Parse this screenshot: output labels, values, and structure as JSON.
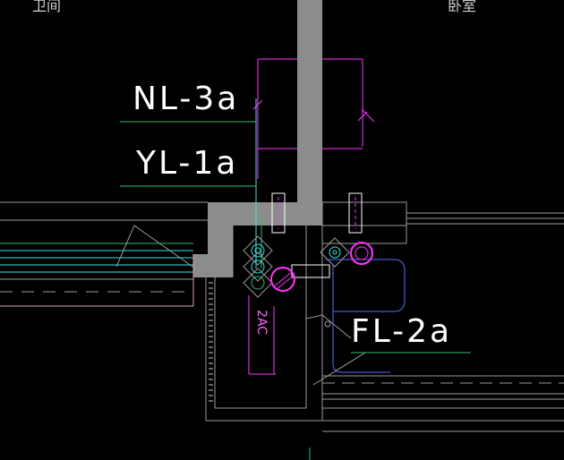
{
  "drawing": {
    "top_left_room_label": "卫间",
    "top_right_room_label": "卧室",
    "labels": {
      "nl": "NL-3a",
      "yl": "YL-1a",
      "fl": "FL-2a",
      "pipe_tag": "2AC"
    },
    "colors": {
      "background": "#000000",
      "wall": "#8c8c8c",
      "text": "#ffffff",
      "leader_green": "#2fbf71",
      "cyan": "#33e6e6",
      "magenta": "#ff33ff",
      "blue": "#5a6cff",
      "grey_line": "#9a9a9a",
      "pink_line": "#e0a0b8"
    }
  }
}
